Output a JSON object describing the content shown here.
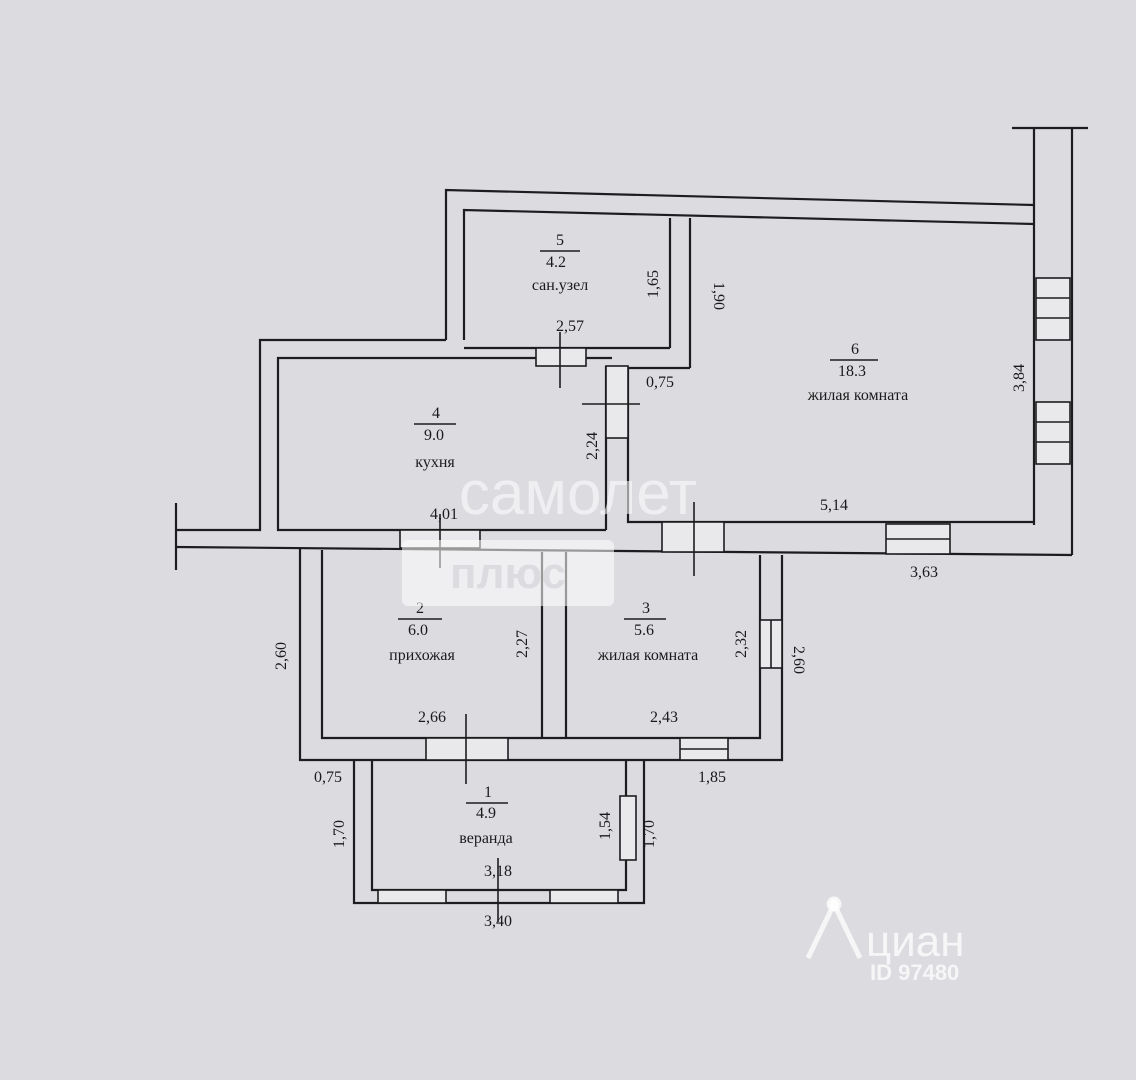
{
  "rooms": {
    "r1": {
      "number": "1",
      "area": "4.9",
      "name": "веранда"
    },
    "r2": {
      "number": "2",
      "area": "6.0",
      "name": "прихожая"
    },
    "r3": {
      "number": "3",
      "area": "5.6",
      "name": "жилая комната"
    },
    "r4": {
      "number": "4",
      "area": "9.0",
      "name": "кухня"
    },
    "r5": {
      "number": "5",
      "area": "4.2",
      "name": "сан.узел"
    },
    "r6": {
      "number": "6",
      "area": "18.3",
      "name": "жилая комната"
    }
  },
  "dimensions": {
    "d_2_57": "2,57",
    "d_1_65": "1,65",
    "d_1_90": "1,90",
    "d_0_75_top": "0,75",
    "d_3_84": "3,84",
    "d_2_24": "2,24",
    "d_4_01": "4,01",
    "d_5_14": "5,14",
    "d_3_63": "3,63",
    "d_2_60_left": "2,60",
    "d_2_27": "2,27",
    "d_2_32": "2,32",
    "d_2_60_right": "2,60",
    "d_2_66": "2,66",
    "d_2_43": "2,43",
    "d_0_75_bottom": "0,75",
    "d_1_85": "1,85",
    "d_1_70_left": "1,70",
    "d_1_54": "1,54",
    "d_1_70_right": "1,70",
    "d_3_18": "3,18",
    "d_3_40": "3,40"
  },
  "watermarks": {
    "samolet": "самолет",
    "plus": "плюс",
    "cian": "циан",
    "cian_id": "ID 97480"
  }
}
